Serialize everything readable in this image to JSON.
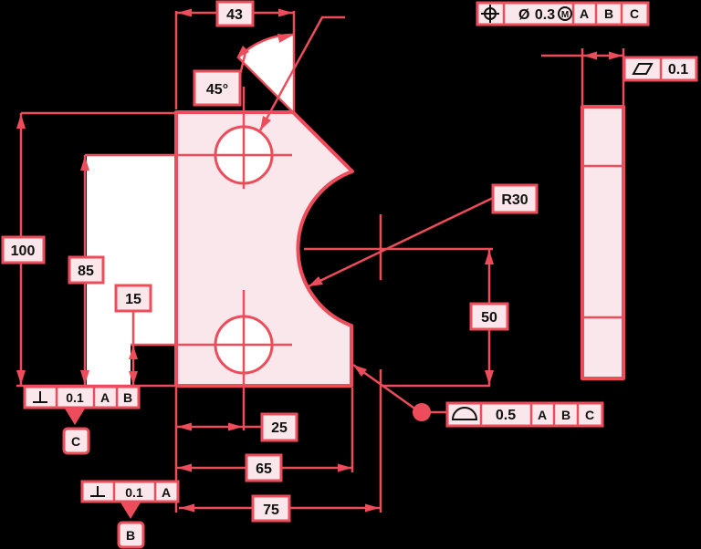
{
  "title": "GD&T engineering drawing of a plate with two holes, 45-degree chamfer and R30 concave cut",
  "colors": {
    "background": "#000000",
    "line": "#ed4c5b",
    "fill_pink": "#fae7eb",
    "fill_white": "#ffffff",
    "symbol_text": "#111111"
  },
  "dimensions": {
    "top_width": "43",
    "chamfer_angle": "45°",
    "overall_height": "100",
    "upper_hole_height": "85",
    "lower_hole_height": "15",
    "hole_center_offset": "25",
    "lower_edge_width": "65",
    "arc_center_offset": "75",
    "arc_radius": "R30",
    "arc_center_height": "50"
  },
  "frames": {
    "position": {
      "symbol_name": "position-tolerance",
      "diameter_symbol": "Ø",
      "tolerance": "0.3",
      "modifier": "M",
      "datums": [
        "A",
        "B",
        "C"
      ]
    },
    "flatness": {
      "symbol_name": "flatness-tolerance",
      "tolerance": "0.1"
    },
    "profile": {
      "symbol_name": "profile-of-surface-tolerance",
      "tolerance": "0.5",
      "datums": [
        "A",
        "B",
        "C"
      ]
    },
    "perp_left": {
      "symbol_name": "perpendicularity-tolerance",
      "tolerance": "0.1",
      "datums": [
        "A",
        "B"
      ],
      "attached_datum": "C"
    },
    "perp_bottom": {
      "symbol_name": "perpendicularity-tolerance",
      "tolerance": "0.1",
      "datums": [
        "A"
      ],
      "attached_datum": "B"
    }
  }
}
